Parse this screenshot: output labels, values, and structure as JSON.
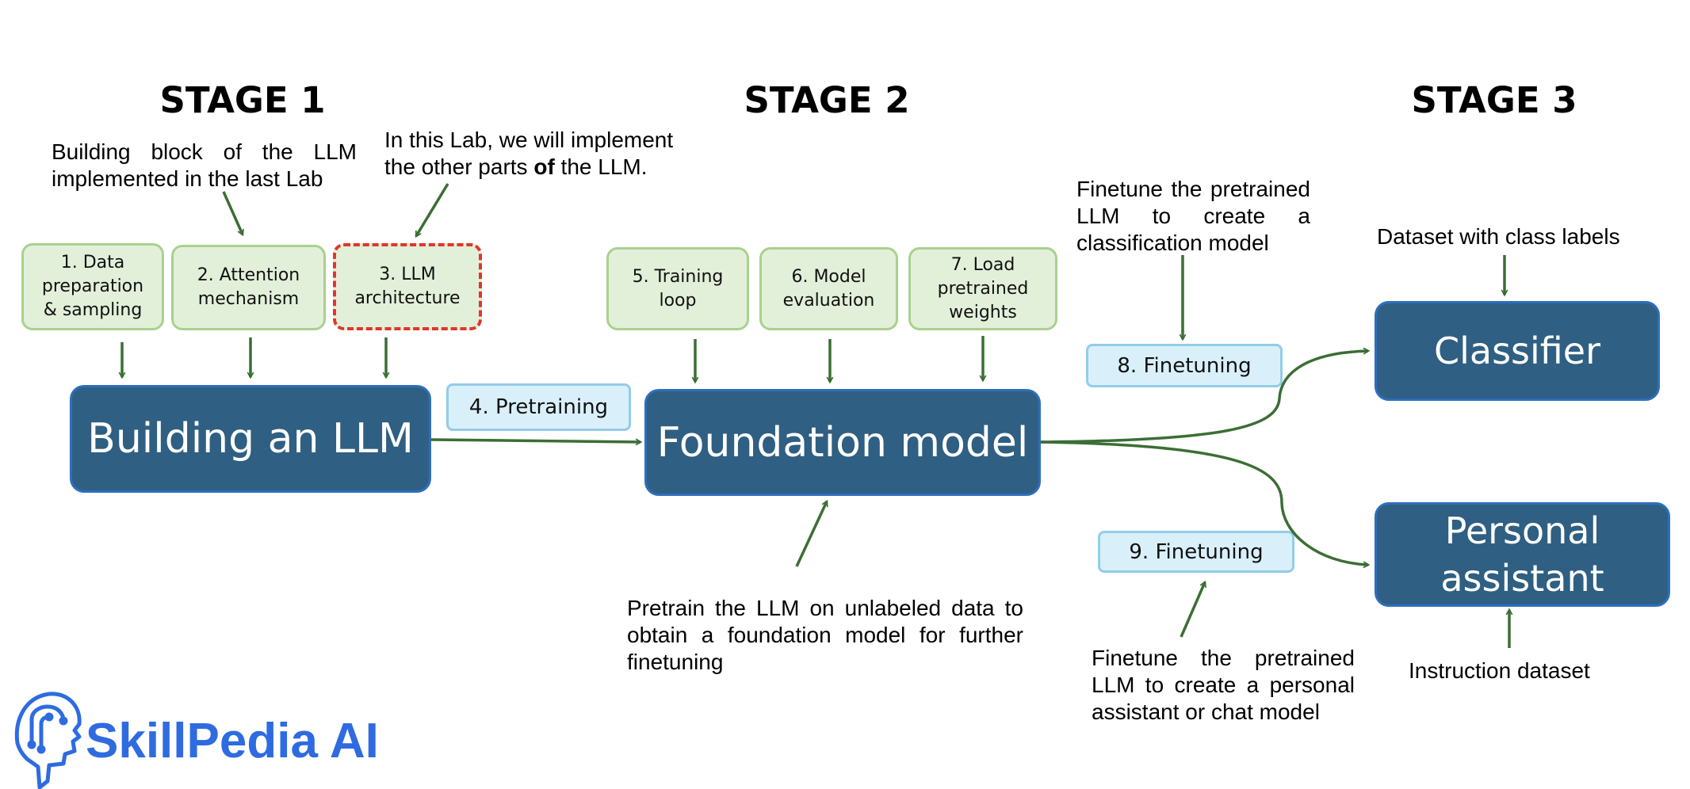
{
  "stages": {
    "stage1": "STAGE 1",
    "stage2": "STAGE 2",
    "stage3": "STAGE 3"
  },
  "notes": {
    "building_block": [
      "Building block of the LLM",
      "implemented in the last Lab"
    ],
    "this_lab_pre": "In this Lab, we will implement\nthe other parts ",
    "this_lab_bold": "of",
    "this_lab_post": " the LLM.",
    "finetune_classification": [
      "Finetune the pretrained",
      "LLM to create a",
      "classification model"
    ],
    "dataset_class_labels": "Dataset with class labels",
    "pretrain": [
      "Pretrain the LLM on unlabeled data to",
      "obtain a foundation model for further",
      "finetuning"
    ],
    "finetune_assistant": [
      "Finetune the pretrained",
      "LLM to create a personal",
      "assistant or chat model"
    ],
    "instruction_dataset": "Instruction dataset"
  },
  "steps": {
    "s1": "1. Data\npreparation\n& sampling",
    "s2": "2. Attention\nmechanism",
    "s3": "3. LLM\narchitecture",
    "s4": "4. Pretraining",
    "s5": "5. Training\nloop",
    "s6": "6. Model\nevaluation",
    "s7": "7. Load\npretrained\nweights",
    "s8": "8. Finetuning",
    "s9": "9. Finetuning"
  },
  "boxes": {
    "building": "Building an LLM",
    "foundation": "Foundation model",
    "classifier": "Classifier",
    "assistant": "Personal\nassistant"
  },
  "logo": {
    "text": "SkillPedia AI",
    "icon": "helmet-circuit-icon"
  },
  "colors": {
    "arrow": "#3b6e34",
    "dark_box": "#2f5f82",
    "green_fill": "#e2f0d9",
    "blue_label": "#d9f0fb",
    "dashed_border": "#e0362a",
    "logo": "#2f6be0"
  }
}
